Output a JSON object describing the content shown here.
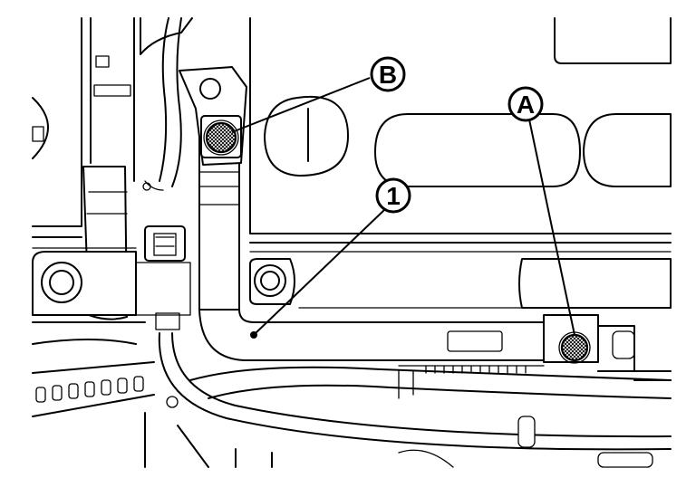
{
  "callouts": {
    "a": "A",
    "b": "B",
    "one": "1"
  }
}
